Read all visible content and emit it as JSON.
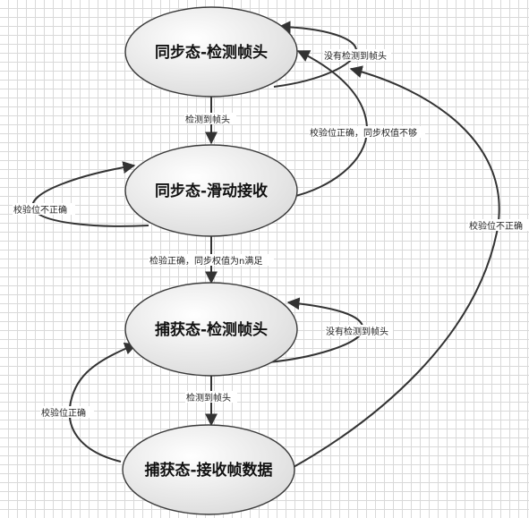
{
  "states": {
    "s1": "同步态-检测帧头",
    "s2": "同步态-滑动接收",
    "s3": "捕获态-检测帧头",
    "s4": "捕获态-接收帧数据"
  },
  "transitions": {
    "t_s1_s2": "检测到帧头",
    "t_s1_self": "没有检测到帧头",
    "t_s2_self": "校验位不正确",
    "t_s2_s1": "校验位正确，同步权值不够",
    "t_s2_s3": "检验正确，同步权值为n满足",
    "t_s3_self": "没有检测到帧头",
    "t_s3_s4": "检测到帧头",
    "t_s4_s3": "校验位正确",
    "t_s4_s1": "校验位不正确"
  }
}
